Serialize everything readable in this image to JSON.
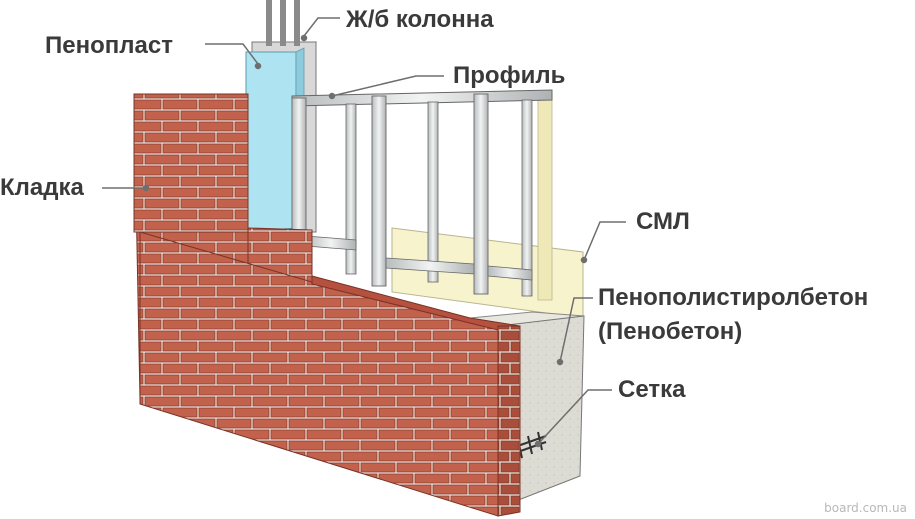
{
  "labels": {
    "column": "Ж/б колонна",
    "foam": "Пенопласт",
    "profile": "Профиль",
    "masonry": "Кладка",
    "sml": "СМЛ",
    "concrete_line1": "Пенополистиролбетон",
    "concrete_line2": "(Пенобетон)",
    "mesh": "Сетка"
  },
  "watermark": "board.com.ua",
  "colors": {
    "brick": "#c2624c",
    "brick_dark": "#8e3d2e",
    "mortar": "#f1e7e2",
    "foam": "#aee3f1",
    "sml": "#f7f3cd",
    "concrete": "#dcdcd4",
    "column": "#d8d8d8",
    "steel": "#e2e3e3",
    "text": "#3a3a3a",
    "leader": "#6e6e6e"
  }
}
